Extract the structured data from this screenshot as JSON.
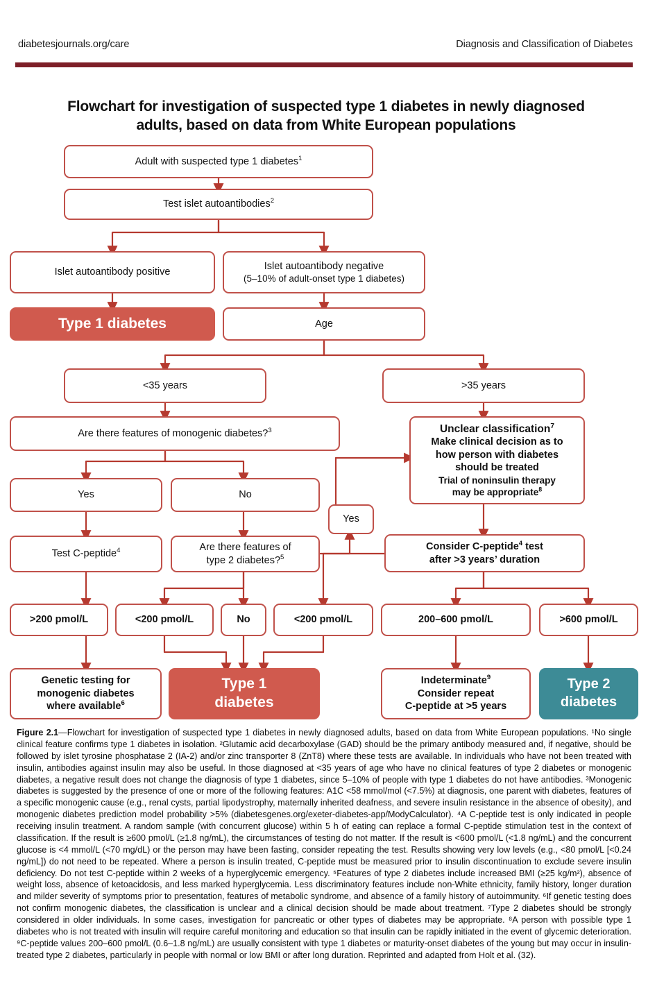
{
  "runhead": {
    "left": "diabetesjournals.org/care",
    "right": "Diagnosis and Classification of Diabetes"
  },
  "figure": {
    "title": "Flowchart for investigation of suspected type 1 diabetes in newly diagnosed adults, based on data from White European populations",
    "label": "Figure 2.1",
    "dash": "—"
  },
  "colors": {
    "rule": "#7d1f28",
    "box_border": "#c0514a",
    "arrow": "#b5392f",
    "type1_fill": "#d05a4e",
    "type2_fill": "#3d8b96",
    "text": "#111111"
  },
  "flowchart": {
    "type": "decision-tree",
    "nodes": [
      {
        "id": "n1",
        "text": "Adult with suspected type 1 diabetes",
        "sup": "1",
        "style": "outline"
      },
      {
        "id": "n2",
        "text": "Test islet autoantibodies",
        "sup": "2",
        "style": "outline"
      },
      {
        "id": "n3",
        "text": "Islet autoantibody positive",
        "style": "outline"
      },
      {
        "id": "n4",
        "line1": "Islet autoantibody negative",
        "line2": "(5–10% of adult-onset type 1 diabetes)",
        "style": "outline"
      },
      {
        "id": "n5",
        "text": "Type 1 diabetes",
        "style": "solid-red"
      },
      {
        "id": "n6",
        "text": "Age",
        "style": "outline"
      },
      {
        "id": "n7",
        "text": "<35 years",
        "style": "outline"
      },
      {
        "id": "n8",
        "text": ">35 years",
        "style": "outline"
      },
      {
        "id": "n9",
        "text": "Are there features of monogenic diabetes?",
        "sup": "3",
        "style": "outline"
      },
      {
        "id": "n10",
        "line1": "Unclear classification",
        "sup1": "7",
        "line2": "Make clinical decision as to",
        "line3": "how person with diabetes",
        "line4": "should be treated",
        "line5": "Trial of noninsulin therapy",
        "line6": "may be appropriate",
        "sup6": "8",
        "style": "outline"
      },
      {
        "id": "n11",
        "text": "Yes",
        "style": "outline"
      },
      {
        "id": "n12",
        "text": "No",
        "style": "outline"
      },
      {
        "id": "n13",
        "text": "Yes",
        "style": "outline"
      },
      {
        "id": "n14",
        "text": "Test C-peptide",
        "sup": "4",
        "style": "outline"
      },
      {
        "id": "n15",
        "line1": "Are there features of",
        "line2": "type 2 diabetes?",
        "sup2": "5",
        "style": "outline"
      },
      {
        "id": "n16",
        "line1": "Consider C-peptide",
        "sup1": "4",
        "line1b": " test",
        "line2": "after >3 years’ duration",
        "style": "outline"
      },
      {
        "id": "n17",
        "text": ">200 pmol/L",
        "style": "outline"
      },
      {
        "id": "n18",
        "text": "<200 pmol/L",
        "style": "outline"
      },
      {
        "id": "n19",
        "text": "No",
        "style": "outline"
      },
      {
        "id": "n20",
        "text": "<200 pmol/L",
        "style": "outline"
      },
      {
        "id": "n21",
        "text": "200–600 pmol/L",
        "style": "outline"
      },
      {
        "id": "n22",
        "text": ">600 pmol/L",
        "style": "outline"
      },
      {
        "id": "n23",
        "line1": "Genetic testing for",
        "line2": "monogenic diabetes",
        "line3": "where available",
        "sup3": "6",
        "style": "outline"
      },
      {
        "id": "n24",
        "line1": "Type 1",
        "line2": "diabetes",
        "style": "solid-red"
      },
      {
        "id": "n25",
        "line1": "Indeterminate",
        "sup1": "9",
        "line2": "Consider repeat",
        "line3": "C-peptide at >5 years",
        "style": "outline"
      },
      {
        "id": "n26",
        "line1": "Type 2",
        "line2": "diabetes",
        "style": "solid-teal"
      }
    ]
  },
  "caption": {
    "lead": "Figure 2.1",
    "body": "—Flowchart for investigation of suspected type 1 diabetes in newly diagnosed adults, based on data from White European populations. ¹No single clinical feature confirms type 1 diabetes in isolation. ²Glutamic acid decarboxylase (GAD) should be the primary antibody measured and, if negative, should be followed by islet tyrosine phosphatase 2 (IA-2) and/or zinc transporter 8 (ZnT8) where these tests are available. In individuals who have not been treated with insulin, antibodies against insulin may also be useful. In those diagnosed at <35 years of age who have no clinical features of type 2 diabetes or monogenic diabetes, a negative result does not change the diagnosis of type 1 diabetes, since 5–10% of people with type 1 diabetes do not have antibodies. ³Monogenic diabetes is suggested by the presence of one or more of the following features: A1C <58 mmol/mol (<7.5%) at diagnosis, one parent with diabetes, features of a specific monogenic cause (e.g., renal cysts, partial lipodystrophy, maternally inherited deafness, and severe insulin resistance in the absence of obesity), and monogenic diabetes prediction model probability >5% (diabetesgenes.org/exeter-diabetes-app/ModyCalculator). ⁴A C-peptide test is only indicated in people receiving insulin treatment. A random sample (with concurrent glucose) within 5 h of eating can replace a formal C-peptide stimulation test in the context of classification. If the result is ≥600 pmol/L (≥1.8 ng/mL), the circumstances of testing do not matter. If the result is <600 pmol/L (<1.8 ng/mL) and the concurrent glucose is <4 mmol/L (<70 mg/dL) or the person may have been fasting, consider repeating the test. Results showing very low levels (e.g., <80 pmol/L [<0.24 ng/mL]) do not need to be repeated. Where a person is insulin treated, C-peptide must be measured prior to insulin discontinuation to exclude severe insulin deficiency. Do not test C-peptide within 2 weeks of a hyperglycemic emergency. ⁵Features of type 2 diabetes include increased BMI (≥25 kg/m²), absence of weight loss, absence of ketoacidosis, and less marked hyperglycemia. Less discriminatory features include non-White ethnicity, family history, longer duration and milder severity of symptoms prior to presentation, features of metabolic syndrome, and absence of a family history of autoimmunity. ⁶If genetic testing does not confirm monogenic diabetes, the classification is unclear and a clinical decision should be made about treatment. ⁷Type 2 diabetes should be strongly considered in older individuals. In some cases, investigation for pancreatic or other types of diabetes may be appropriate. ⁸A person with possible type 1 diabetes who is not treated with insulin will require careful monitoring and education so that insulin can be rapidly initiated in the event of glycemic deterioration. ⁹C-peptide values 200–600 pmol/L (0.6–1.8 ng/mL) are usually consistent with type 1 diabetes or maturity-onset diabetes of the young but may occur in insulin-treated type 2 diabetes, particularly in people with normal or low BMI or after long duration. Reprinted and adapted from Holt et al. (32)."
  }
}
